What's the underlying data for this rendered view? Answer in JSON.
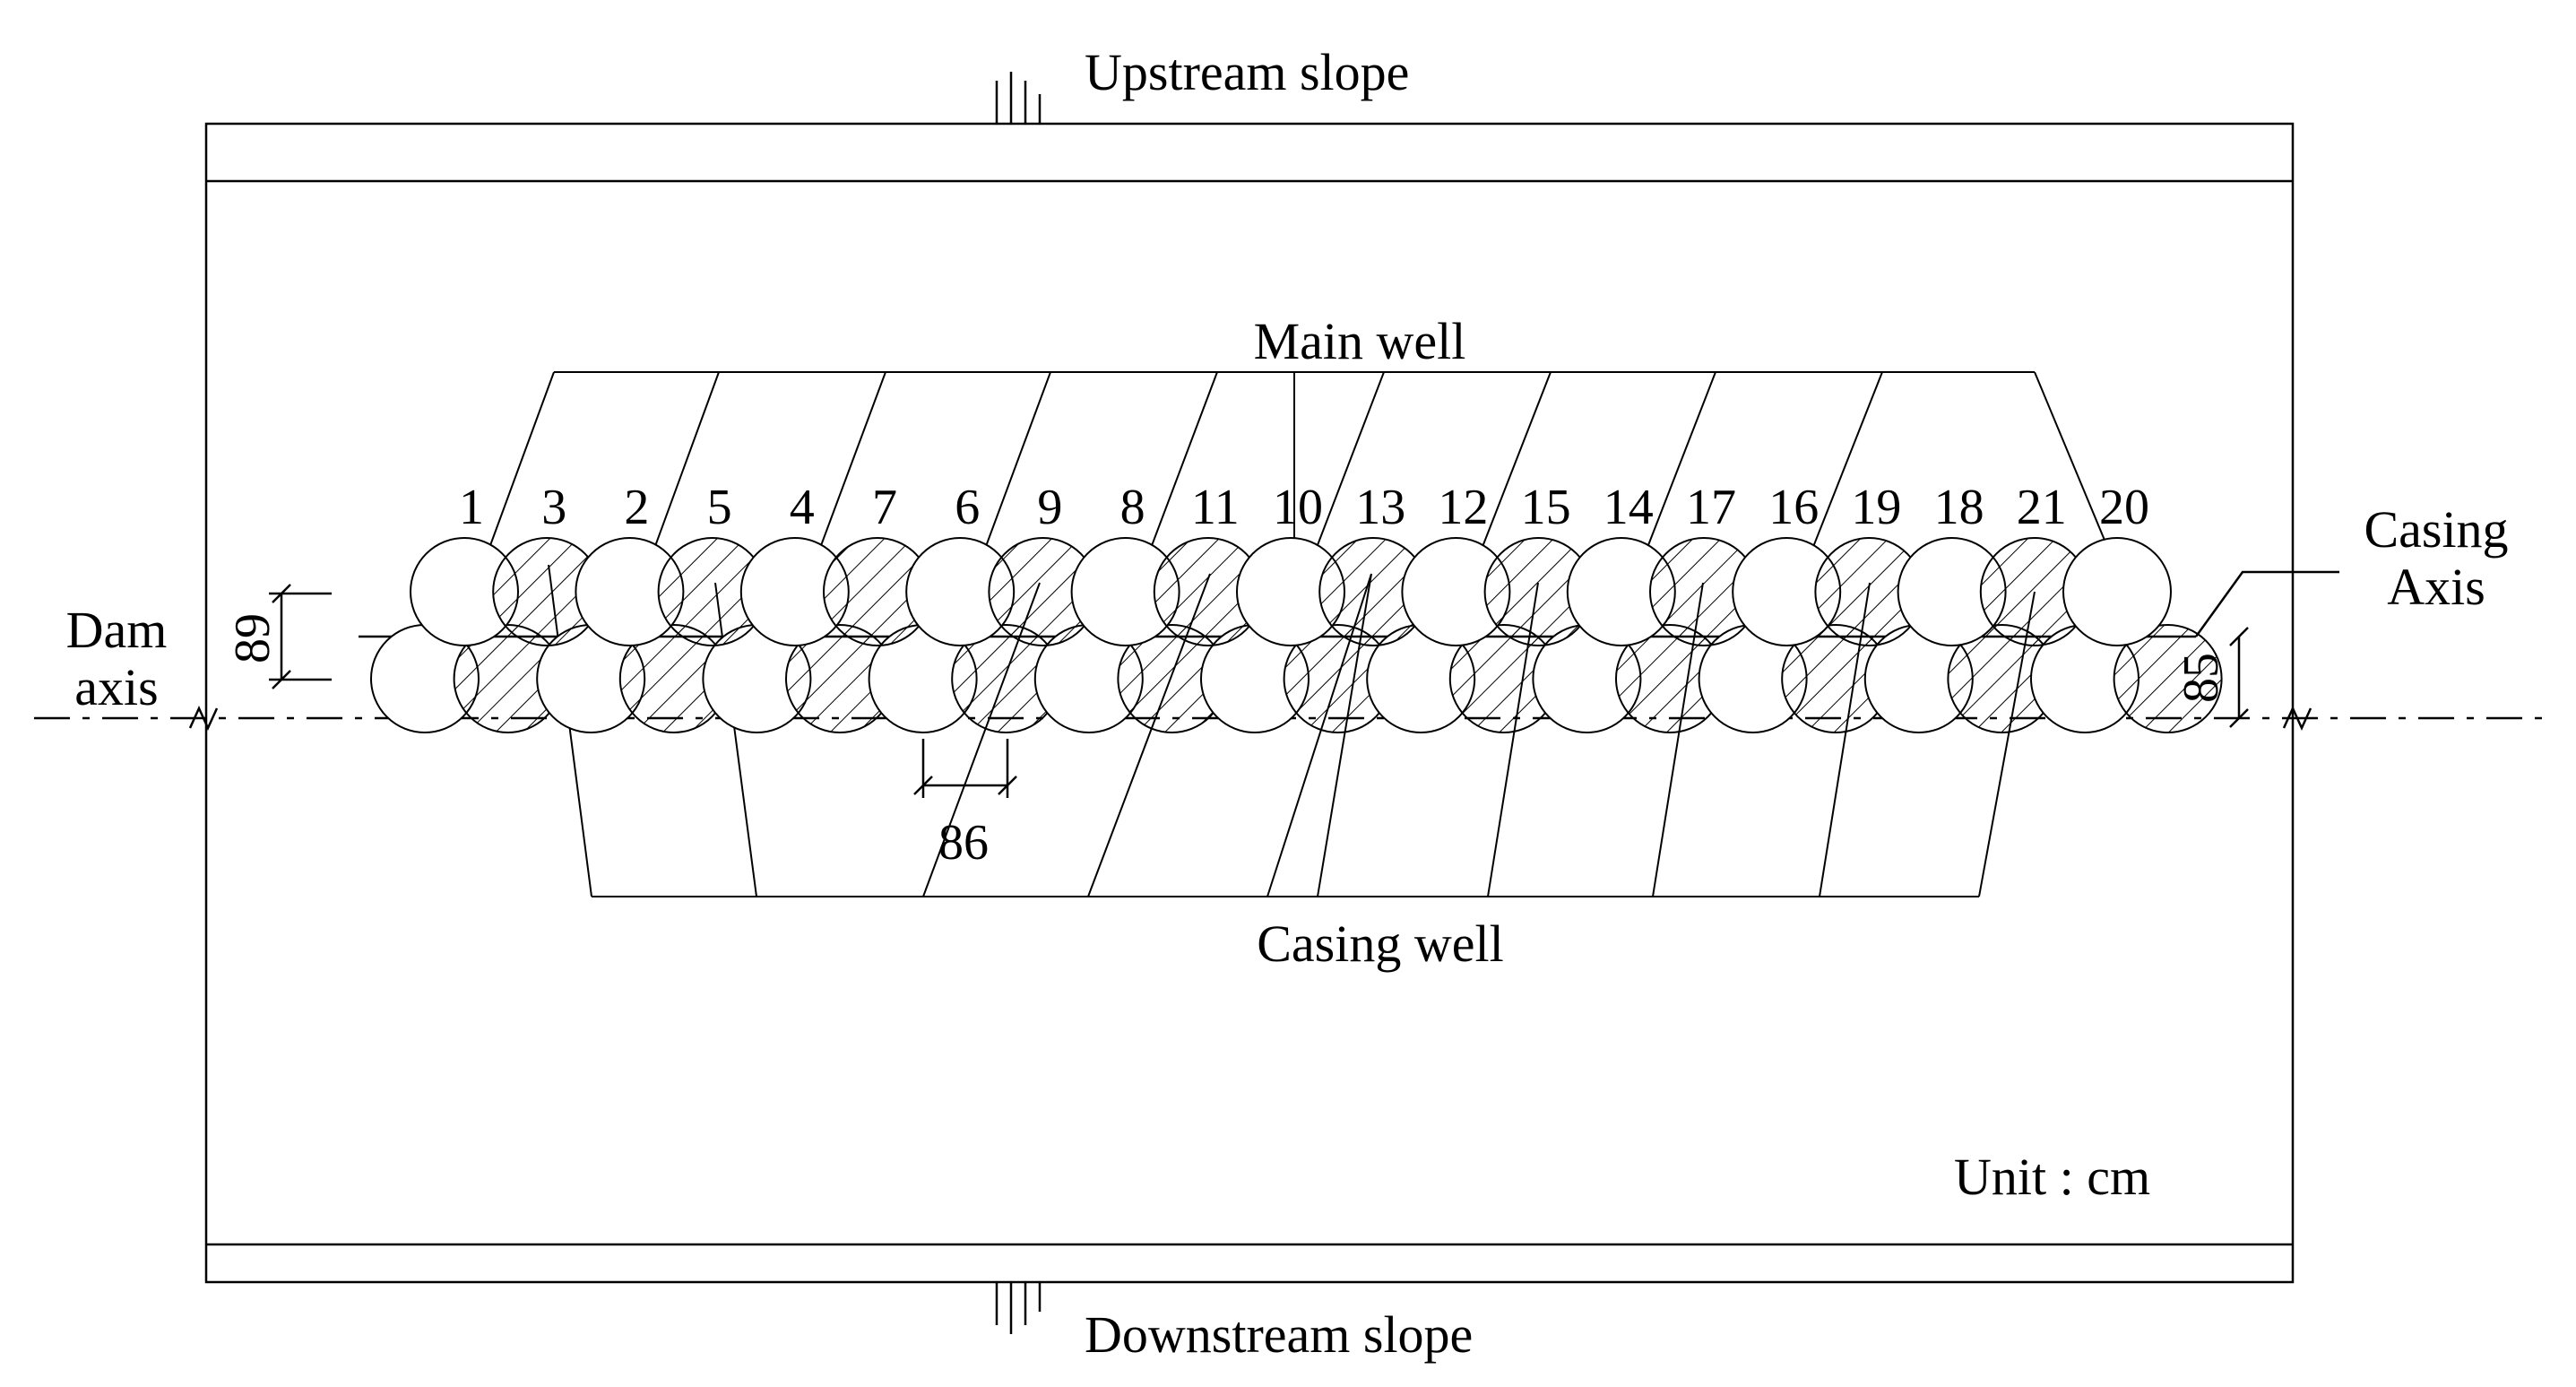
{
  "labels": {
    "upstream": "Upstream slope",
    "downstream": "Downstream slope",
    "main_well": "Main well",
    "casing_well": "Casing well",
    "casing_axis_line1": "Casing",
    "casing_axis_line2": "Axis",
    "dam_axis_line1": "Dam",
    "dam_axis_line2": "axis",
    "unit": "Unit : cm"
  },
  "dimensions": {
    "row_offset": "89",
    "casing_offset": "85",
    "spacing": "86"
  },
  "pile_numbers": [
    "1",
    "3",
    "2",
    "5",
    "4",
    "7",
    "6",
    "9",
    "8",
    "11",
    "10",
    "13",
    "12",
    "15",
    "14",
    "17",
    "16",
    "19",
    "18",
    "21",
    "20"
  ]
}
